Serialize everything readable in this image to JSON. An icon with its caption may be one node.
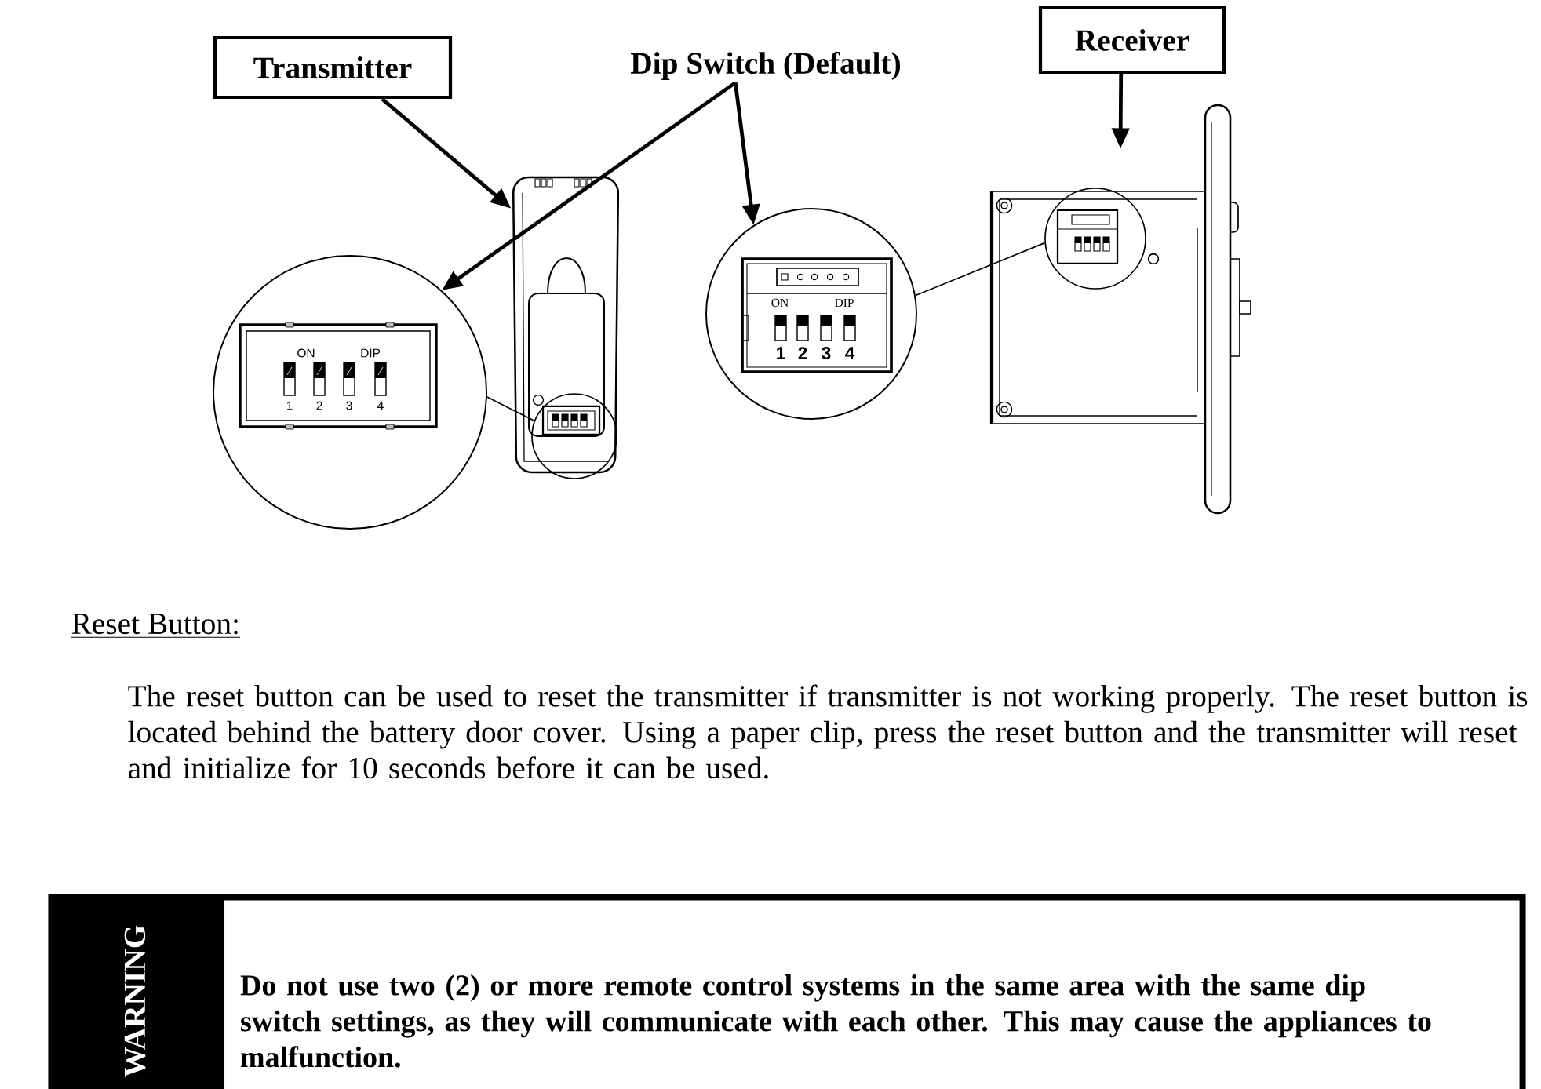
{
  "diagram": {
    "nodes": [
      {
        "text": [
          "Transmitter"
        ]
      },
      {
        "text": [
          "Dip Switch (Default)"
        ]
      },
      {
        "text": [
          "Receiver"
        ]
      },
      {
        "text": [],
        "shape": "picture"
      },
      {
        "text": [],
        "shape": "circle",
        "in": 3
      },
      {
        "text": [
          "ON",
          "DIP",
          "1",
          "2",
          "3",
          "4"
        ]
      },
      {
        "text": [
          "ON",
          "DIP",
          "1",
          "2",
          "3",
          "4"
        ]
      },
      {
        "text": [],
        "shape": "picture"
      },
      {
        "text": [],
        "shape": "circle",
        "in": 7
      },
      {
        "text": [
          "Do not use two (2) or more remote control systems in the same area with the same dip switch settings, as they will communicate with each other. This may cause the appliances to malfunction."
        ]
      },
      {
        "text": [
          "WARNING"
        ],
        "in": 9
      }
    ],
    "edges": [
      {
        "from": 0,
        "to": 3,
        "arrow": "to"
      },
      {
        "from": 1,
        "to": 5,
        "arrow": "to"
      },
      {
        "from": 1,
        "to": 6,
        "arrow": "to"
      },
      {
        "from": 2,
        "to": 7,
        "arrow": "to"
      },
      {
        "from": 4,
        "to": 5,
        "arrow": "none"
      },
      {
        "from": 8,
        "to": 6,
        "arrow": "none"
      }
    ],
    "labels": [
      "Reset Button:",
      "The reset button can be used to reset the transmitter if transmitter is not working properly. The reset button is located behind the battery door cover. Using a paper clip, press the reset button and the transmitter will reset and initialize for 10 seconds before it can be used."
    ]
  }
}
